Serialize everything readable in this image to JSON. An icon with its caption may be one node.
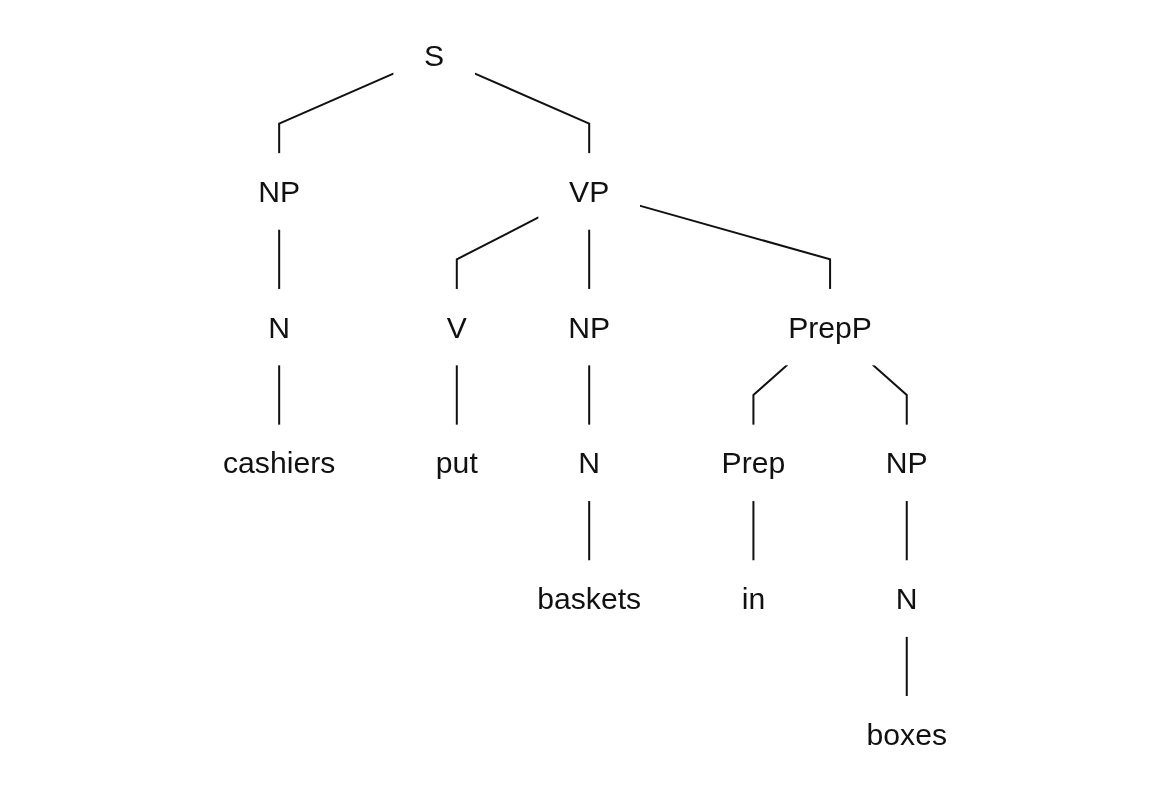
{
  "diagram": {
    "nodes": [
      {
        "text": [
          "S"
        ]
      },
      {
        "text": [
          "VP"
        ]
      },
      {
        "text": [
          "PrepP"
        ]
      },
      {
        "text": [
          "NP"
        ]
      },
      {
        "text": [
          "NP"
        ]
      },
      {
        "text": [
          "NP"
        ]
      },
      {
        "text": [
          "V"
        ]
      },
      {
        "text": [
          "N"
        ]
      },
      {
        "text": [
          "N"
        ]
      },
      {
        "text": [
          "Prep"
        ]
      },
      {
        "text": [
          "N"
        ]
      },
      {
        "text": [
          "cashiers"
        ]
      },
      {
        "text": [
          "put"
        ]
      },
      {
        "text": [
          "baskets"
        ]
      },
      {
        "text": [
          "in"
        ]
      },
      {
        "text": [
          "boxes"
        ]
      }
    ],
    "edges": [
      {
        "from": 0,
        "to": 3,
        "arrow": "none"
      },
      {
        "from": 0,
        "to": 1,
        "arrow": "none"
      },
      {
        "from": 1,
        "to": 6,
        "arrow": "none"
      },
      {
        "from": 1,
        "to": 4,
        "arrow": "none"
      },
      {
        "from": 1,
        "to": 2,
        "arrow": "none"
      },
      {
        "from": 2,
        "to": 9,
        "arrow": "none"
      },
      {
        "from": 2,
        "to": 5,
        "arrow": "none"
      },
      {
        "from": 3,
        "to": 7,
        "arrow": "none"
      },
      {
        "from": 4,
        "to": 8,
        "arrow": "none"
      },
      {
        "from": 5,
        "to": 10,
        "arrow": "none"
      },
      {
        "from": 7,
        "to": 11,
        "arrow": "none"
      },
      {
        "from": 6,
        "to": 12,
        "arrow": "none"
      },
      {
        "from": 8,
        "to": 13,
        "arrow": "none"
      },
      {
        "from": 9,
        "to": 14,
        "arrow": "none"
      },
      {
        "from": 10,
        "to": 15,
        "arrow": "none"
      }
    ]
  }
}
